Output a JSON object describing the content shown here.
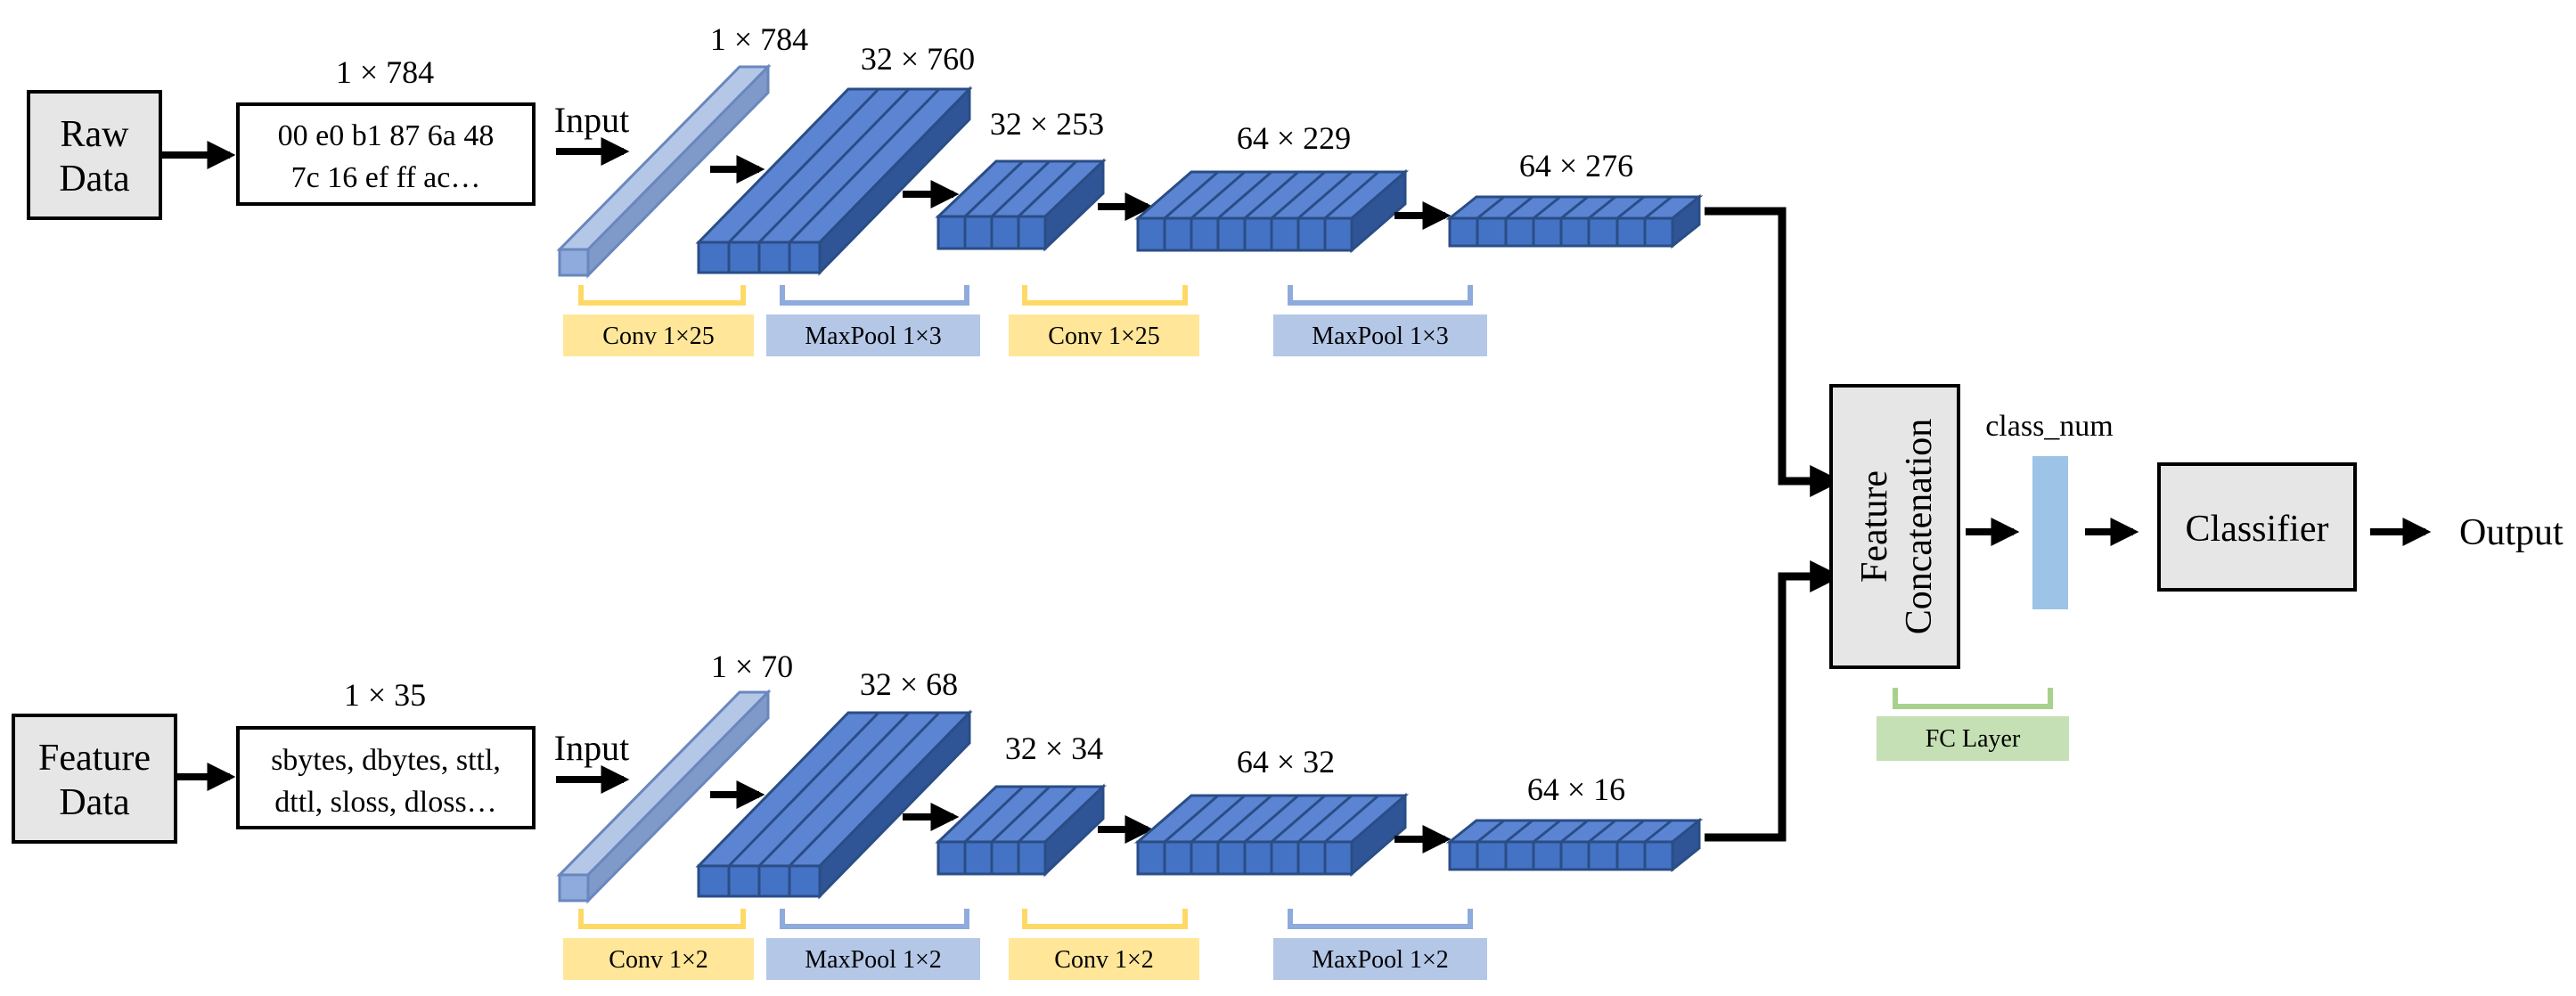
{
  "colors": {
    "tensor_front": "#4472c4",
    "tensor_top": "#5b85d3",
    "tensor_side": "#2f5597",
    "tensor_edge": "#2a4d86",
    "input_front": "#8faadc",
    "input_top": "#b4c7e7",
    "input_side": "#7f99c9",
    "conv_label_bg": "#ffe699",
    "conv_bracket": "#ffd966",
    "pool_label_bg": "#b4c7e7",
    "pool_bracket": "#8faadc",
    "fc_label_bg": "#c5e0b4",
    "fc_bracket": "#a9d18e",
    "fc_vector": "#9dc3e6",
    "box_grey": "#e6e6e6"
  },
  "branches": [
    {
      "source_box_label": [
        "Raw",
        "Data"
      ],
      "sample_dim": "1 × 784",
      "sample_lines": [
        "00 e0 b1 87 6a 48",
        "7c 16 ef ff ac…"
      ],
      "input_label": "Input",
      "input_dim": "1 × 784",
      "tensor_dims": [
        "32 × 760",
        "32 × 253",
        "64 × 229",
        "64 × 276"
      ],
      "op_labels": [
        "Conv 1×25",
        "MaxPool 1×3",
        "Conv 1×25",
        "MaxPool 1×3"
      ]
    },
    {
      "source_box_label": [
        "Feature",
        "Data"
      ],
      "sample_dim": "1 × 35",
      "sample_lines": [
        "sbytes, dbytes, sttl,",
        "dttl, sloss, dloss…"
      ],
      "input_label": "Input",
      "input_dim": "1 × 70",
      "tensor_dims": [
        "32 × 68",
        "32 × 34",
        "64 × 32",
        "64 × 16"
      ],
      "op_labels": [
        "Conv 1×2",
        "MaxPool 1×2",
        "Conv 1×2",
        "MaxPool 1×2"
      ]
    }
  ],
  "concat_label": [
    "Feature",
    "Concatenation"
  ],
  "fc_vector_label": "class_num",
  "fc_layer_label": "FC Layer",
  "classifier_label": "Classifier",
  "output_label": "Output"
}
